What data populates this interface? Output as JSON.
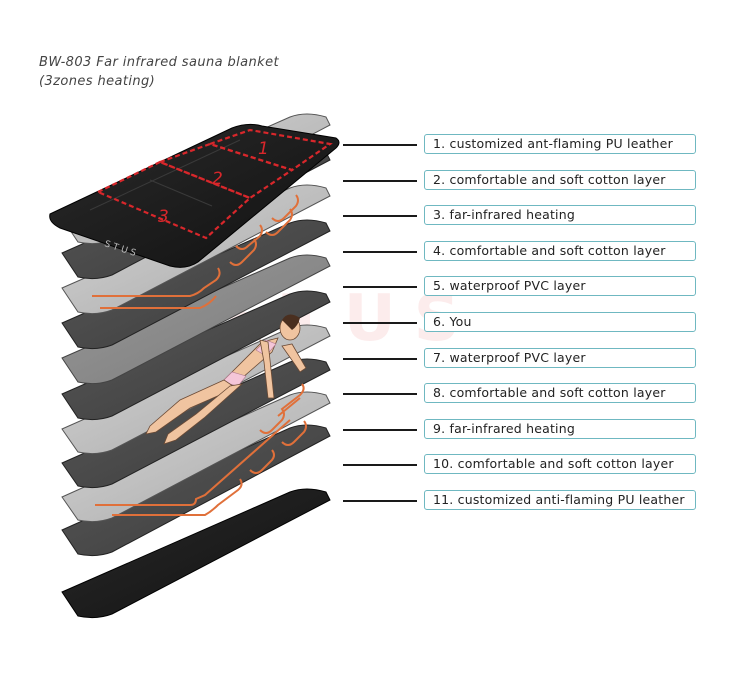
{
  "title": {
    "line1": "BW-803 Far infrared sauna blanket",
    "line2": "(3zones heating)"
  },
  "brand": {
    "logo_text": "STUS",
    "watermark_text": "STUS"
  },
  "zones": [
    "1",
    "2",
    "3"
  ],
  "layers": [
    {
      "label": "1. customized ant-flaming PU leather",
      "kind": "leather-top"
    },
    {
      "label": "2. comfortable and soft cotton layer",
      "kind": "dark"
    },
    {
      "label": "3. far-infrared heating",
      "kind": "heating"
    },
    {
      "label": "4. comfortable and soft cotton layer",
      "kind": "dark"
    },
    {
      "label": "5. waterproof PVC layer",
      "kind": "heating"
    },
    {
      "label": "6. You",
      "kind": "dark"
    },
    {
      "label": "7. waterproof PVC layer",
      "kind": "grey"
    },
    {
      "label": "8. comfortable and soft cotton layer",
      "kind": "dark-person"
    },
    {
      "label": "9. far-infrared heating",
      "kind": "heating"
    },
    {
      "label": "10. comfortable and soft cotton layer",
      "kind": "dark"
    },
    {
      "label": "11. customized anti-flaming PU leather",
      "kind": "heating"
    }
  ],
  "colors": {
    "label_border": "#6fb8c1",
    "leather": "#1c1c1c",
    "dark_layer": "#4a4a4a",
    "grey_layer": "#8c8c8c",
    "heating_layer": "#b9b9b9",
    "heating_wire": "#e0703a",
    "zone_outline": "#d8272b"
  }
}
